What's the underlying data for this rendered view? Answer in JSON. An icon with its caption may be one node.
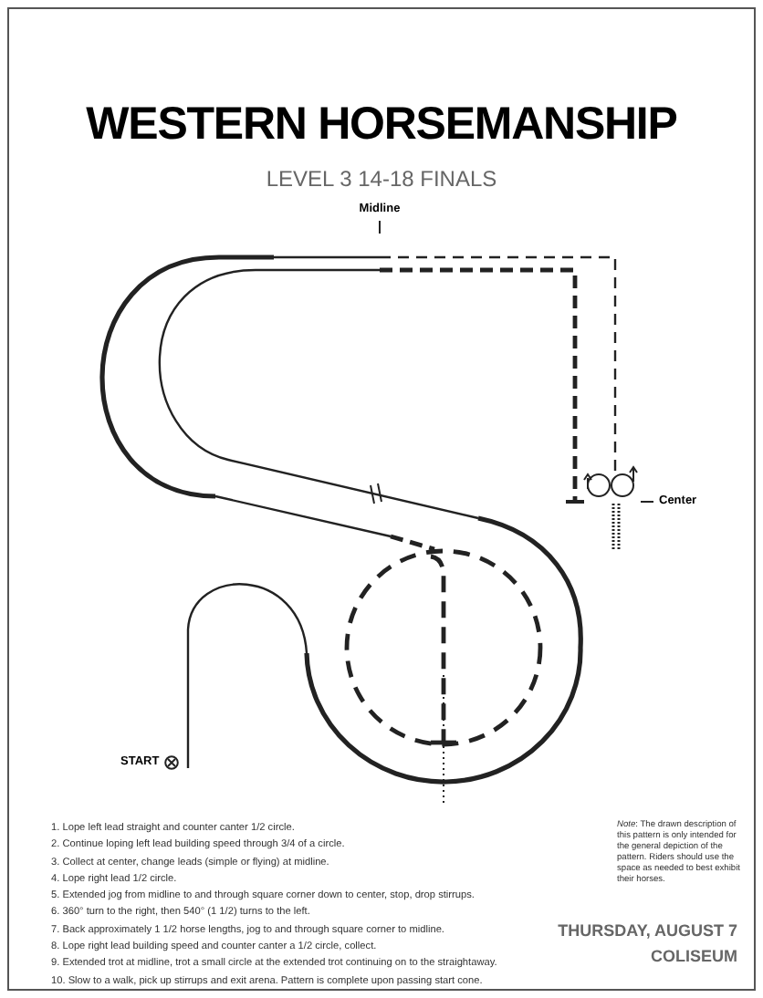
{
  "diagram": {
    "title": "WESTERN HORSEMANSHIP",
    "labels": [
      "LEVEL 3 14-18 FINALS",
      "Midline",
      "Center",
      "START",
      "1. Lope left lead straight and counter canter 1/2 circle.",
      "2. Continue loping left lead building speed through 3/4 of a circle.",
      "3. Collect at center, change leads (simple or flying) at midline.",
      "4. Lope right lead 1/2 circle.",
      "5. Extended jog from midline to and through square corner down to center, stop, drop stirrups.",
      "6. 360° turn to the right, then 540° (1 1/2) turns to the left.",
      "7. Back approximately 1 1/2 horse lengths, jog to and through square corner to midline.",
      "8. Lope right lead building speed and counter canter a 1/2 circle, collect.",
      "9. Extended trot at midline, trot a small circle at the extended trot continuing on to the straightaway.",
      "10. Slow to a walk, pick up stirrups and exit arena. Pattern is complete upon passing start cone.",
      "*Note*: The drawn description of this pattern is only intended for the general depiction of the pattern. Riders should use the space as needed to best exhibit their horses.",
      "THURSDAY, AUGUST 7",
      "COLISEUM"
    ]
  }
}
